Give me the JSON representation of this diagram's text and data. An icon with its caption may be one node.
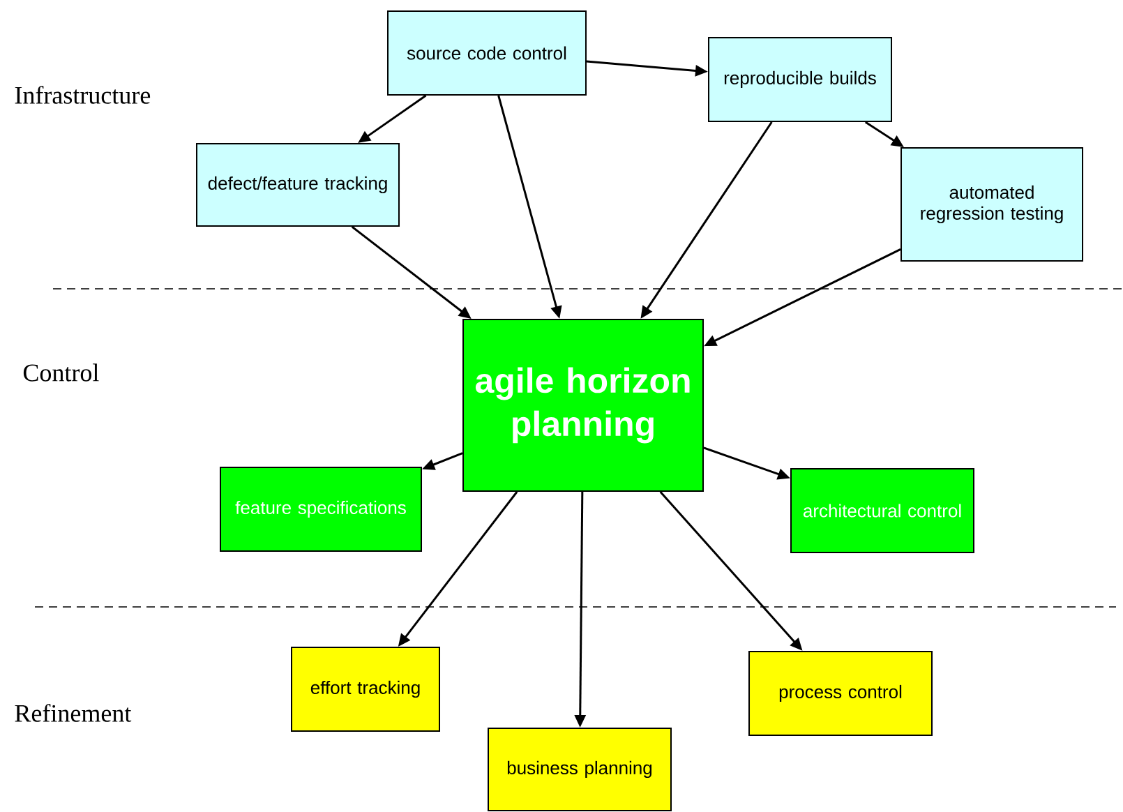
{
  "diagram": {
    "nodes": [
      {
        "text": [
          "source code control"
        ]
      },
      {
        "text": [
          "reproducible builds"
        ]
      },
      {
        "text": [
          "defect/feature tracking"
        ]
      },
      {
        "text": [
          "automated regression testing"
        ]
      },
      {
        "text": [
          "agile horizon planning"
        ]
      },
      {
        "text": [
          "feature specifications"
        ]
      },
      {
        "text": [
          "architectural control"
        ]
      },
      {
        "text": [
          "effort tracking"
        ]
      },
      {
        "text": [
          "business planning"
        ]
      },
      {
        "text": [
          "process control"
        ]
      }
    ],
    "edges": [
      {
        "from": 0,
        "to": 2,
        "arrow": "to"
      },
      {
        "from": 0,
        "to": 1,
        "arrow": "to"
      },
      {
        "from": 1,
        "to": 3,
        "arrow": "to"
      },
      {
        "from": 0,
        "to": 4,
        "arrow": "to"
      },
      {
        "from": 1,
        "to": 4,
        "arrow": "to"
      },
      {
        "from": 2,
        "to": 4,
        "arrow": "to"
      },
      {
        "from": 3,
        "to": 4,
        "arrow": "to"
      },
      {
        "from": 4,
        "to": 5,
        "arrow": "to"
      },
      {
        "from": 4,
        "to": 6,
        "arrow": "to"
      },
      {
        "from": 4,
        "to": 7,
        "arrow": "to"
      },
      {
        "from": 4,
        "to": 8,
        "arrow": "to"
      },
      {
        "from": 4,
        "to": 9,
        "arrow": "to"
      }
    ],
    "labels": [
      "Infrastructure",
      "Control",
      "Refinement"
    ]
  }
}
